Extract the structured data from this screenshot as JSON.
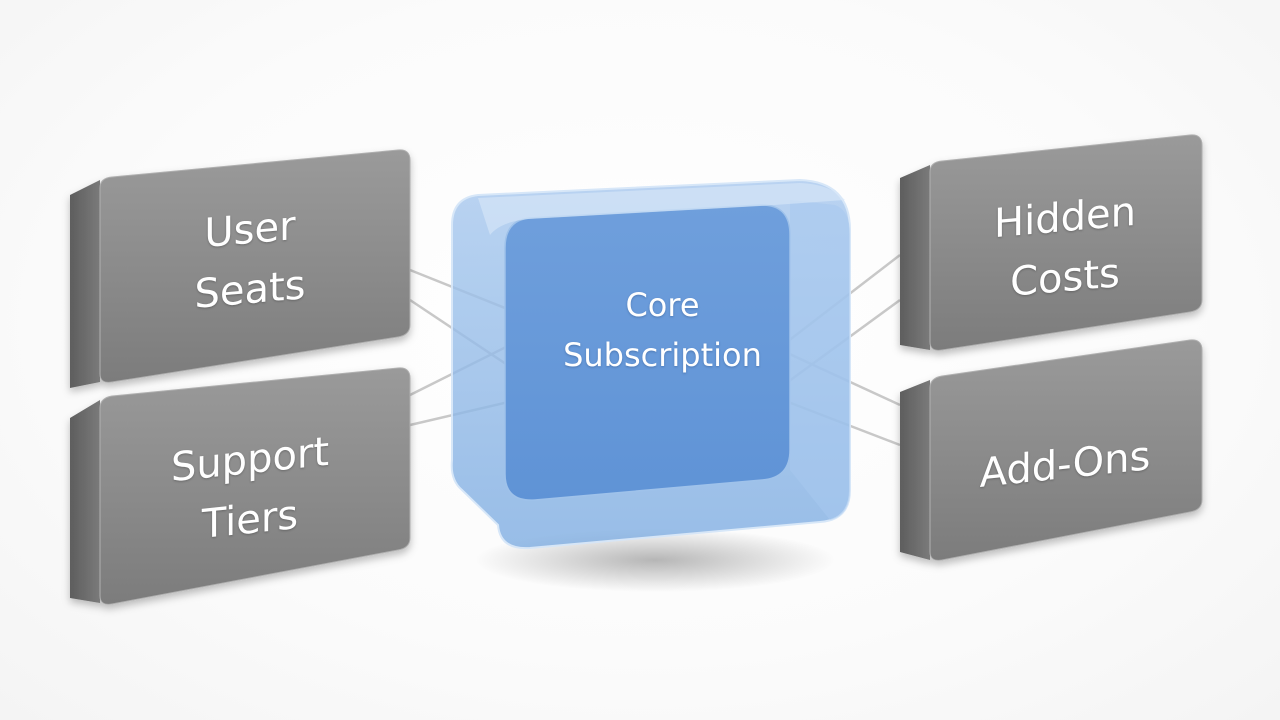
{
  "diagram": {
    "center": {
      "label": "Core\nSubscription"
    },
    "nodes": [
      {
        "id": "user-seats",
        "label": "User\nSeats"
      },
      {
        "id": "support-tiers",
        "label": "Support\nTiers"
      },
      {
        "id": "hidden-costs",
        "label": "Hidden\nCosts"
      },
      {
        "id": "add-ons",
        "label": "Add-Ons"
      }
    ]
  },
  "colors": {
    "gray_face": "#8c8c8c",
    "gray_side": "#6a6a6a",
    "blue_face": "#6fa3dc",
    "connector": "#c8c8c8"
  }
}
